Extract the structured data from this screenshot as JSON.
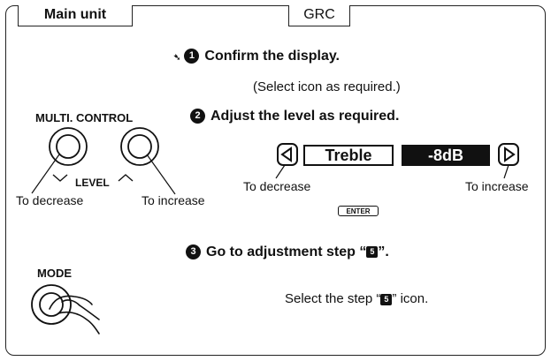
{
  "tabs": {
    "main_unit": "Main unit",
    "grc": "GRC"
  },
  "steps": {
    "s1_num": "1",
    "s1_title": "Confirm the display.",
    "s1_note": "(Select icon as required.)",
    "s2_num": "2",
    "s2_title": "Adjust the level as required.",
    "s3_num": "3",
    "s3_title_prefix": "Go to adjustment step “",
    "s3_title_suffix": "”.",
    "step_icon": "5"
  },
  "main_unit": {
    "multi_control_label": "MULTI. CONTROL",
    "level_label": "LEVEL",
    "to_decrease": "To decrease",
    "to_increase": "To increase",
    "mode_label": "MODE"
  },
  "grc": {
    "treble_label": "Treble",
    "treble_value": "-8dB",
    "to_decrease": "To decrease",
    "to_increase": "To increase",
    "enter_label": "ENTER",
    "select_step_prefix": "Select the step “",
    "select_step_suffix": "” icon."
  },
  "icons": [
    "left-arrow-icon",
    "right-arrow-icon",
    "knob-icon",
    "hand-icon"
  ]
}
